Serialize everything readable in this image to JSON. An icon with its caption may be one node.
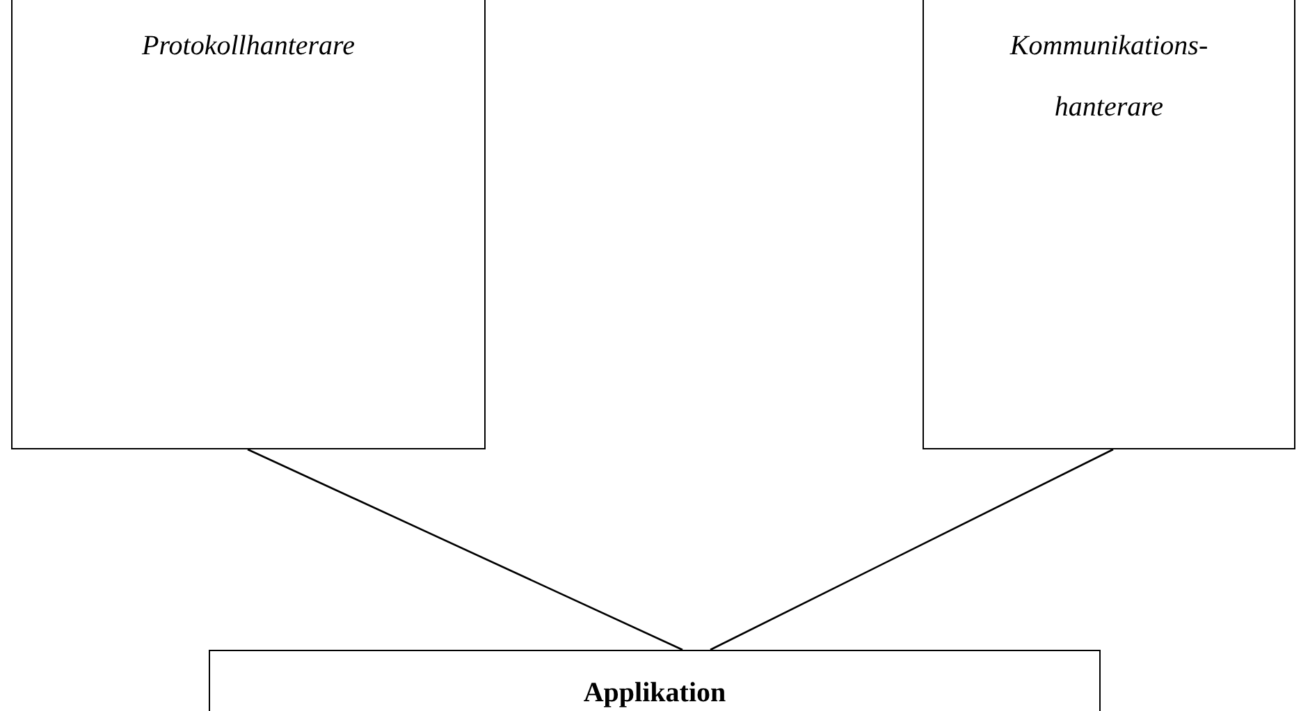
{
  "diagram": {
    "nodes": [
      {
        "text": [
          "Protokollhanterare"
        ]
      },
      {
        "text": [
          "Kommunikations- hanterare"
        ]
      },
      {
        "text": [
          "Applikation"
        ]
      }
    ],
    "edges": [
      {
        "from": 0,
        "to": 2,
        "arrow": "none"
      },
      {
        "from": 1,
        "to": 2,
        "arrow": "none"
      }
    ]
  }
}
